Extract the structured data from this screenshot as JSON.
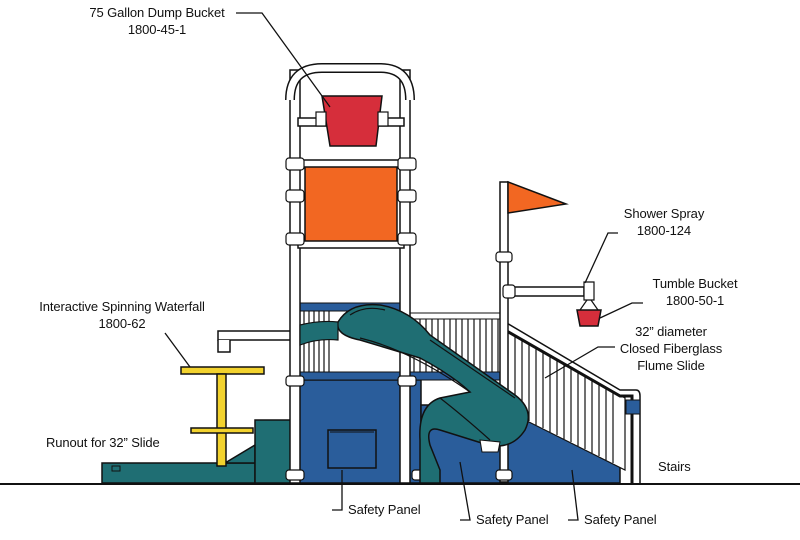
{
  "labels": {
    "dump_bucket": {
      "line1": "75 Gallon Dump Bucket",
      "line2": "1800-45-1"
    },
    "shower_spray": {
      "line1": "Shower Spray",
      "line2": "1800-124"
    },
    "tumble_bucket": {
      "line1": "Tumble Bucket",
      "line2": "1800-50-1"
    },
    "waterfall": {
      "line1": "Interactive Spinning Waterfall",
      "line2": "1800-62"
    },
    "flume_slide": {
      "line1": "32” diameter",
      "line2": "Closed Fiberglass",
      "line3": "Flume Slide"
    },
    "runout": {
      "line1": "Runout for 32” Slide"
    },
    "stairs": {
      "line1": "Stairs"
    },
    "safety_panel_1": {
      "line1": "Safety Panel"
    },
    "safety_panel_2": {
      "line1": "Safety Panel"
    },
    "safety_panel_3": {
      "line1": "Safety Panel"
    }
  },
  "colors": {
    "blue_deck": "#2a5d9b",
    "teal_slide": "#1f6e73",
    "orange_panel": "#f26722",
    "red_bucket": "#d62e3b",
    "flag_orange": "#f26722",
    "yellow_waterfall": "#f2d22e",
    "outline": "#111111"
  }
}
